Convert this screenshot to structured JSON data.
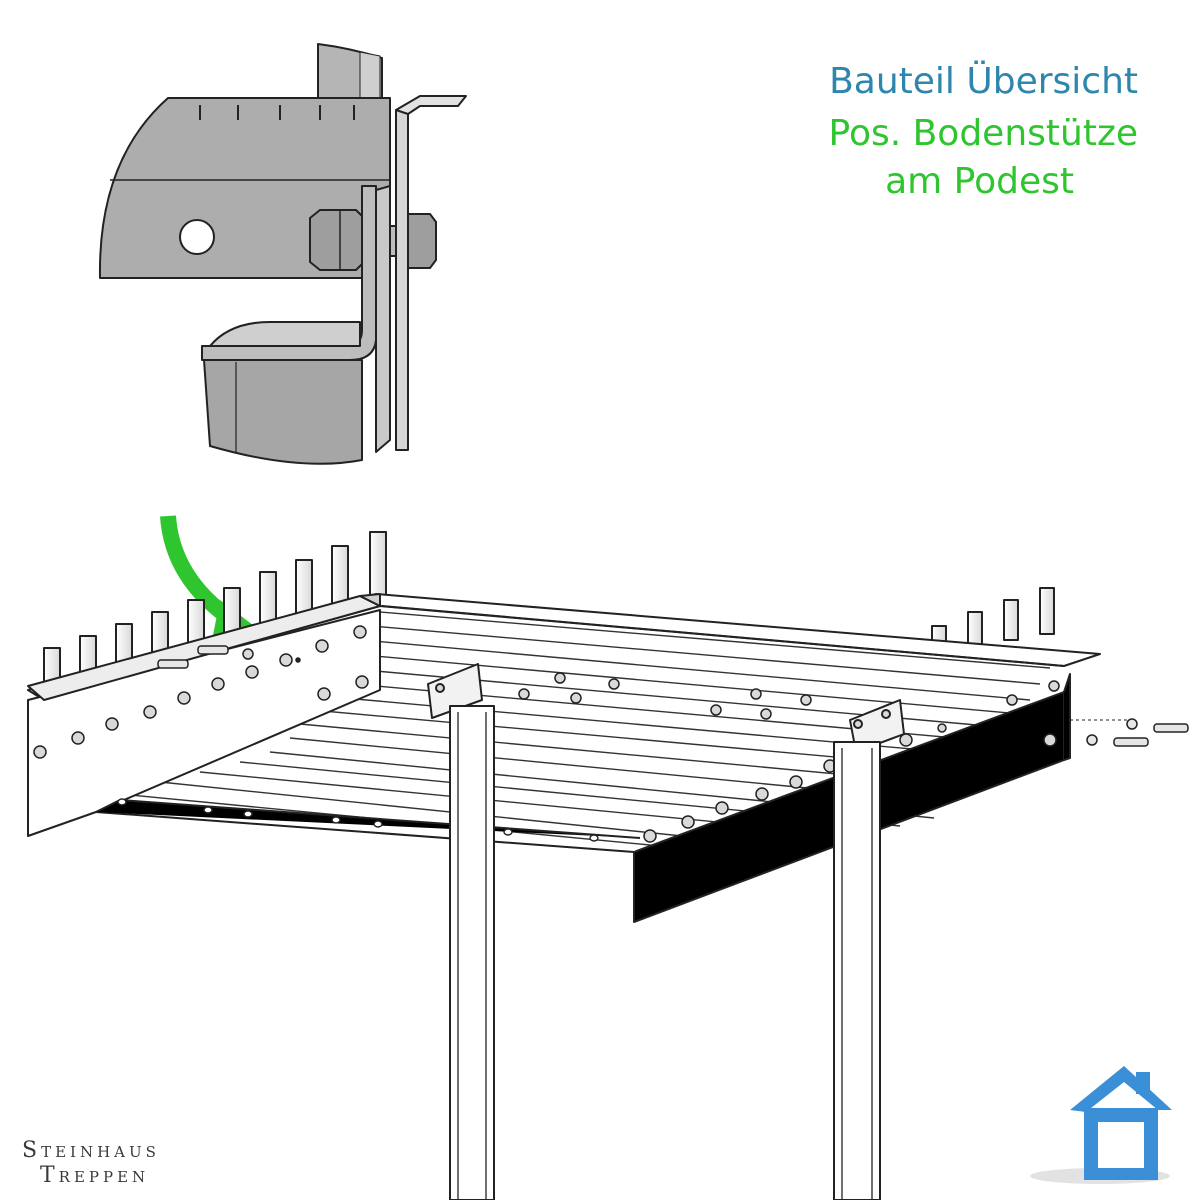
{
  "heading": {
    "line1": "Bauteil Übersicht",
    "line2": "Pos. Bodenstütze",
    "line3": "am Podest",
    "line1_color": "#2e86ad",
    "line2_color": "#2ec52e"
  },
  "brand": {
    "line1": "Steinhaus",
    "line2": "Treppen"
  },
  "colors": {
    "arrow": "#2ec52e",
    "steel": "#a9a9a9",
    "steel_dark": "#8c8c8c",
    "logo_blue": "#3b8fd6"
  },
  "icons": {
    "logo": "house-logo-icon",
    "callout": "curved-arrow-icon"
  }
}
